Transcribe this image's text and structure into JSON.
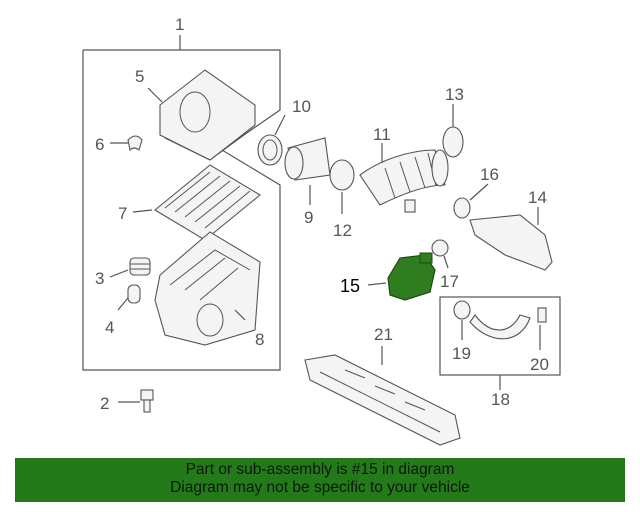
{
  "callouts": {
    "c1": "1",
    "c2": "2",
    "c3": "3",
    "c4": "4",
    "c5": "5",
    "c6": "6",
    "c7": "7",
    "c8": "8",
    "c9": "9",
    "c10": "10",
    "c11": "11",
    "c12": "12",
    "c13": "13",
    "c14": "14",
    "c15": "15",
    "c16": "16",
    "c17": "17",
    "c18": "18",
    "c19": "19",
    "c20": "20",
    "c21": "21"
  },
  "highlight": {
    "part": "15",
    "color": "#2f7d1e"
  },
  "banner": {
    "line1": "Part or sub-assembly is #15 in diagram",
    "line2": "Diagram may not be specific to your vehicle",
    "color": "#247a1a"
  }
}
